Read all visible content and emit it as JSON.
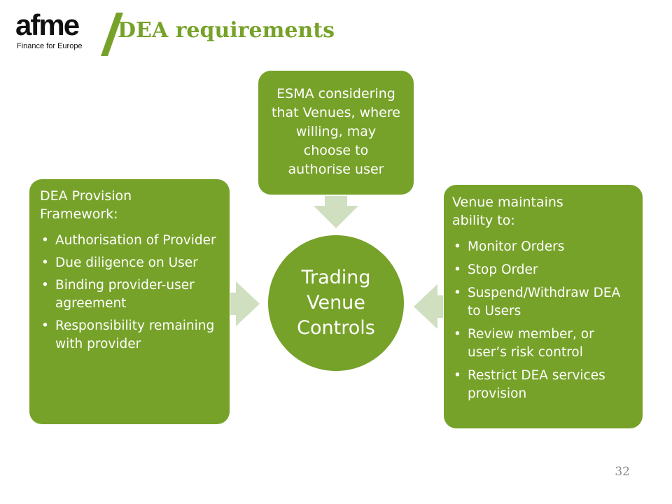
{
  "header": {
    "logo_text": "afme",
    "logo_tagline": "Finance for Europe",
    "title": "DEA requirements"
  },
  "colors": {
    "box_green": "#77a22a",
    "arrow_green": "#cfdfbf",
    "title_green": "#77a22a",
    "text_white": "#ffffff"
  },
  "diagram": {
    "center": {
      "lines": [
        "Trading",
        "Venue",
        "Controls"
      ]
    },
    "top_box": {
      "lines": [
        "ESMA considering",
        "that Venues, where",
        "willing, may",
        "choose to",
        "authorise user"
      ]
    },
    "left_box": {
      "heading_lines": [
        "DEA Provision",
        "Framework:"
      ],
      "items": [
        "Authorisation of Provider",
        "Due diligence on User",
        "Binding provider-user agreement",
        "Responsibility remaining with provider"
      ]
    },
    "right_box": {
      "heading_lines": [
        "Venue maintains",
        "ability to:"
      ],
      "items": [
        "Monitor Orders",
        "Stop Order",
        "Suspend/Withdraw DEA to Users",
        "Review member, or user’s risk control",
        "Restrict DEA services provision"
      ]
    },
    "arrows": [
      "arrow-down",
      "arrow-right",
      "arrow-left"
    ]
  },
  "footer": {
    "page_number": "32"
  }
}
